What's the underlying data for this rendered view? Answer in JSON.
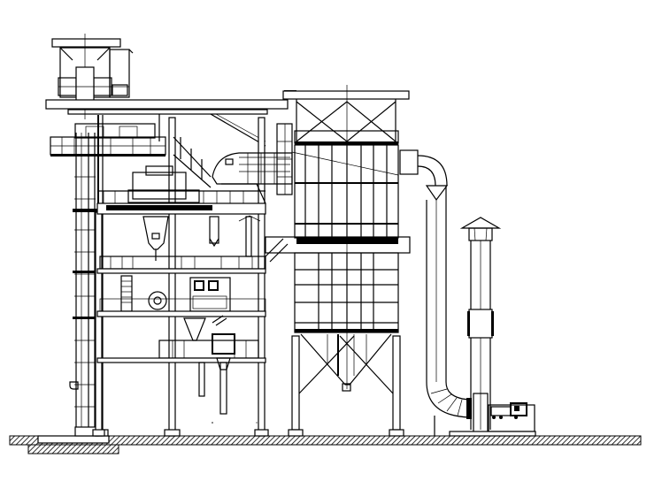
{
  "drawing": {
    "type": "elevation-line-drawing",
    "subject": "Asphalt mixing plant",
    "background": "#ffffff",
    "line_color": "#000000",
    "visible_text": []
  },
  "components": [
    {
      "id": "tower-top-housing",
      "label": "Top screen house"
    },
    {
      "id": "hot-elevator",
      "label": "Bucket elevator"
    },
    {
      "id": "main-tower",
      "label": "Mixing tower frame"
    },
    {
      "id": "dryer-drum",
      "label": "Dryer drum"
    },
    {
      "id": "baghouse",
      "label": "Baghouse filter"
    },
    {
      "id": "baghouse-hopper",
      "label": "Baghouse dust hopper"
    },
    {
      "id": "exhaust-duct",
      "label": "Exhaust duct"
    },
    {
      "id": "induced-draft-fan",
      "label": "Induced draft fan with motor"
    },
    {
      "id": "chimney",
      "label": "Exhaust chimney with cap"
    },
    {
      "id": "ground",
      "label": "Ground foundation (hatched)"
    }
  ]
}
